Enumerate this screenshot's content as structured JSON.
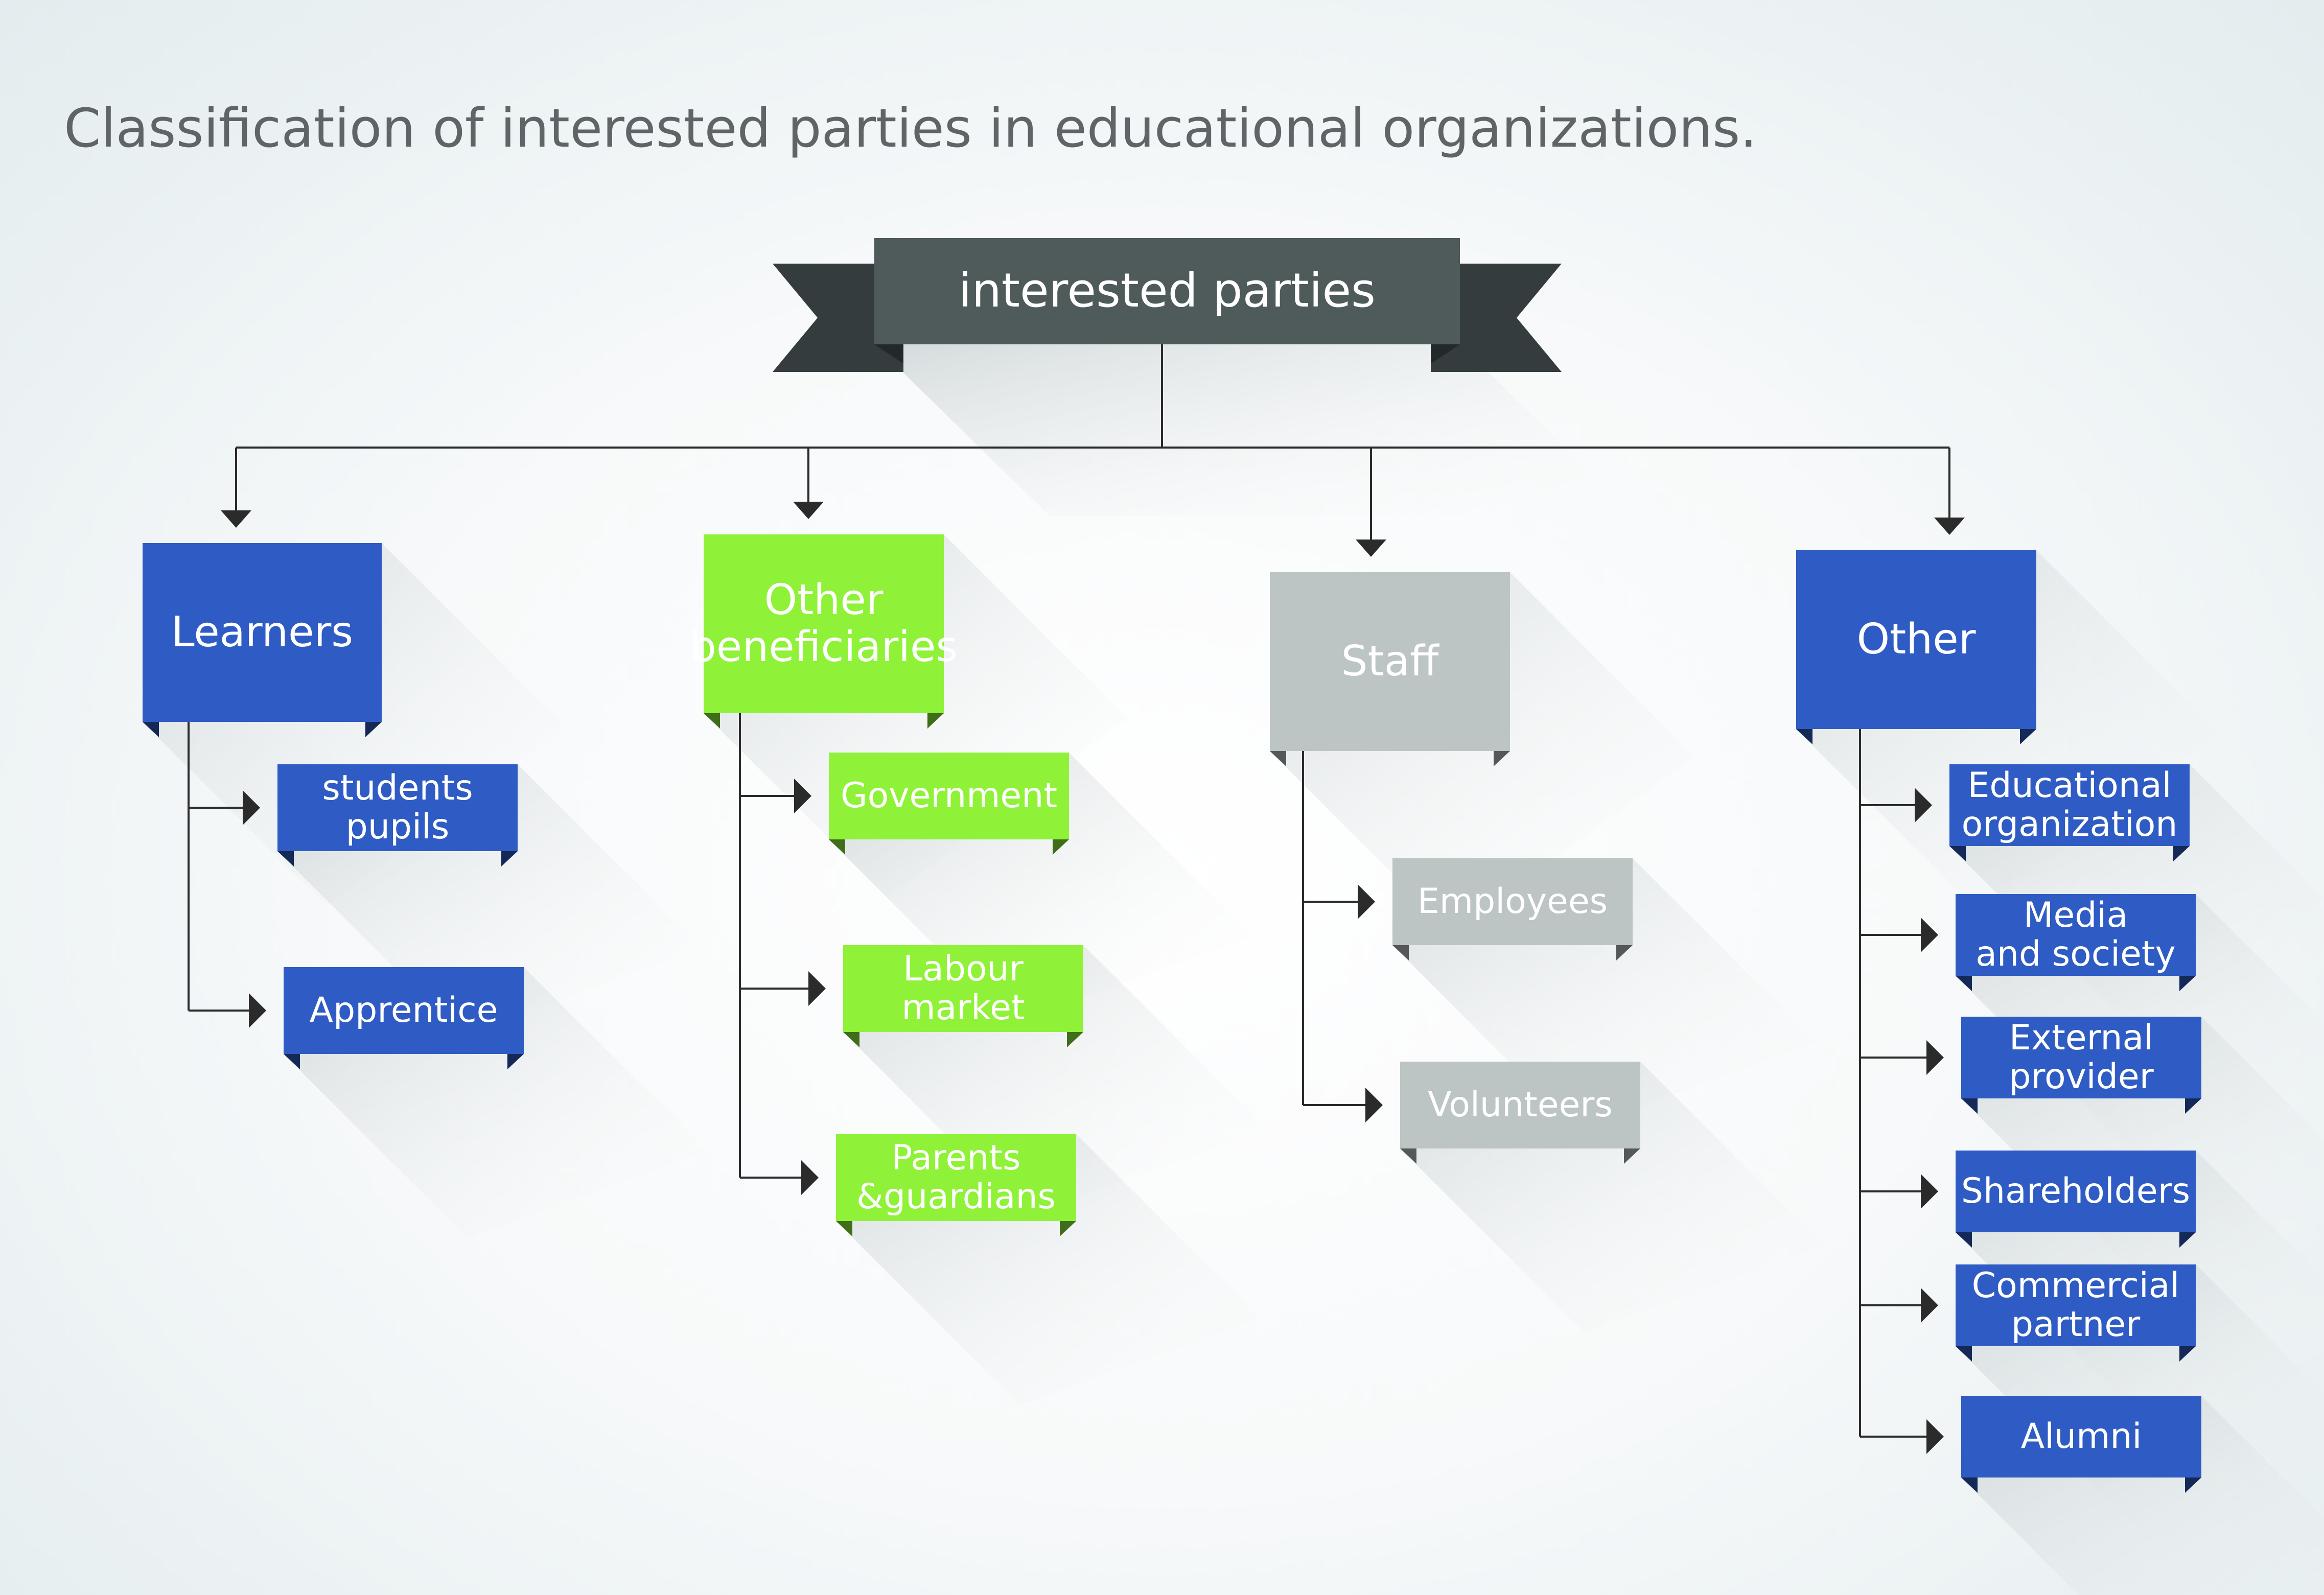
{
  "title": "Classification of interested parties in educational organizations.",
  "root": {
    "label": "interested parties"
  },
  "colors": {
    "blue": "#2f5cc4",
    "green": "#8ff238",
    "gray": "#bcc4c4",
    "banner": "#4f5a5b",
    "banner_tail": "#353c3d",
    "connector": "#2b2b2b"
  },
  "categories": [
    {
      "label": [
        "Learners"
      ],
      "color": "blue",
      "children": [
        {
          "label": [
            "students",
            "pupils"
          ]
        },
        {
          "label": [
            "Apprentice"
          ]
        }
      ]
    },
    {
      "label": [
        "Other",
        "beneficiaries"
      ],
      "color": "green",
      "children": [
        {
          "label": [
            "Government"
          ]
        },
        {
          "label": [
            "Labour",
            "market"
          ]
        },
        {
          "label": [
            "Parents",
            "&guardians"
          ]
        }
      ]
    },
    {
      "label": [
        "Staff"
      ],
      "color": "gray",
      "children": [
        {
          "label": [
            "Employees"
          ]
        },
        {
          "label": [
            "Volunteers"
          ]
        }
      ]
    },
    {
      "label": [
        "Other"
      ],
      "color": "blue",
      "children": [
        {
          "label": [
            "Educational",
            "organization"
          ]
        },
        {
          "label": [
            "Media",
            "and society"
          ]
        },
        {
          "label": [
            "External",
            "provider"
          ]
        },
        {
          "label": [
            "Shareholders"
          ]
        },
        {
          "label": [
            "Commercial",
            "partner"
          ]
        },
        {
          "label": [
            "Alumni"
          ]
        }
      ]
    }
  ]
}
